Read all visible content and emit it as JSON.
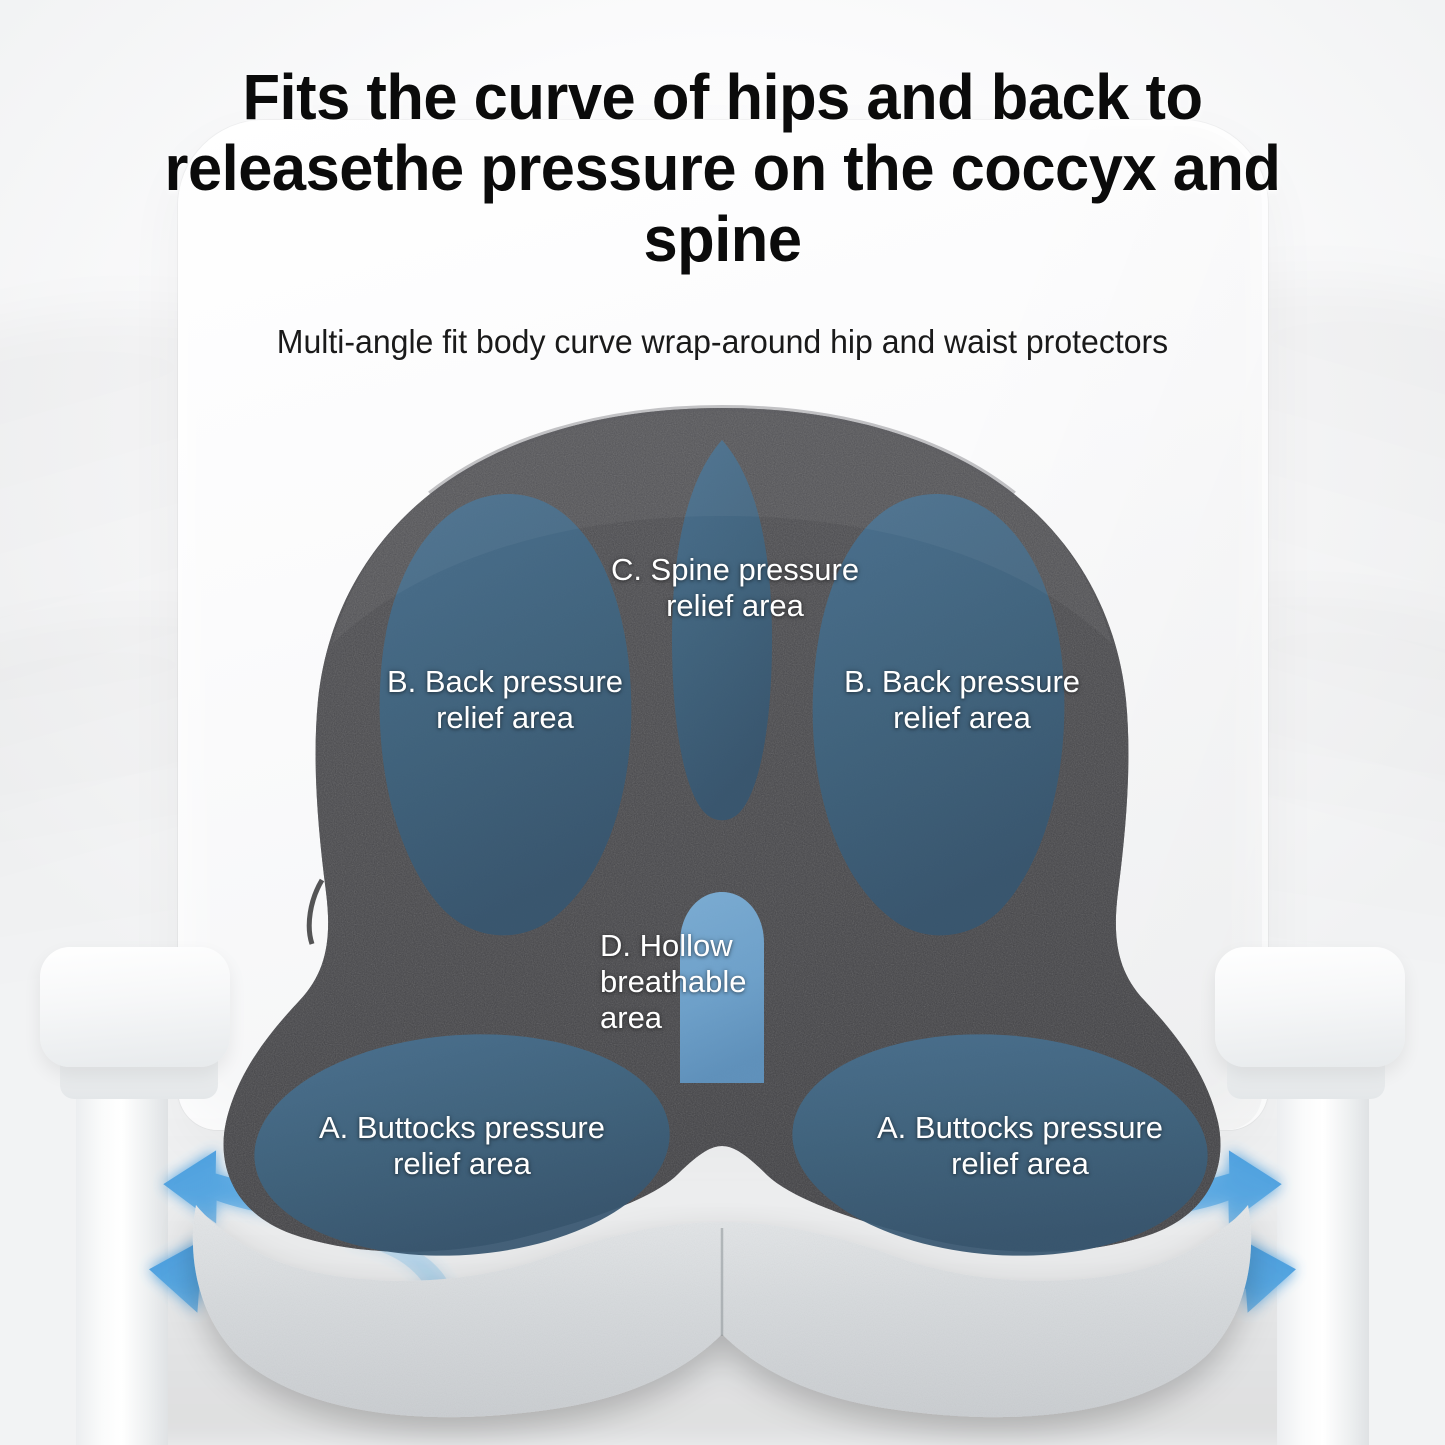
{
  "headline": "Fits the curve of hips and back to releasethe pressure on the coccyx and spine",
  "subtitle": "Multi-angle fit body curve wrap-around hip and waist protectors",
  "zones": [
    {
      "id": "spine",
      "label": "C. Spine pressure\nrelief area"
    },
    {
      "id": "back_left",
      "label": "B. Back pressure\nrelief area"
    },
    {
      "id": "back_right",
      "label": "B. Back pressure\nrelief area"
    },
    {
      "id": "hollow",
      "label": "D. Hollow\nbreathable\narea"
    },
    {
      "id": "butt_left",
      "label": "A. Buttocks pressure\nrelief area"
    },
    {
      "id": "butt_right",
      "label": "A. Buttocks pressure\nrelief area"
    }
  ],
  "colors": {
    "zone_overlay": "#3f647f",
    "hollow_overlay": "#6fa4cf",
    "cushion_top": "#262628",
    "cushion_base": "#c6cace",
    "arrow": "#4ea2e0",
    "headline_text": "#0b0b0b",
    "label_text": "#ffffff",
    "background": "#ffffff"
  },
  "airflow_arrows": {
    "left_count": 2,
    "right_count": 2,
    "direction_left": "up-left",
    "direction_right": "up-right"
  }
}
